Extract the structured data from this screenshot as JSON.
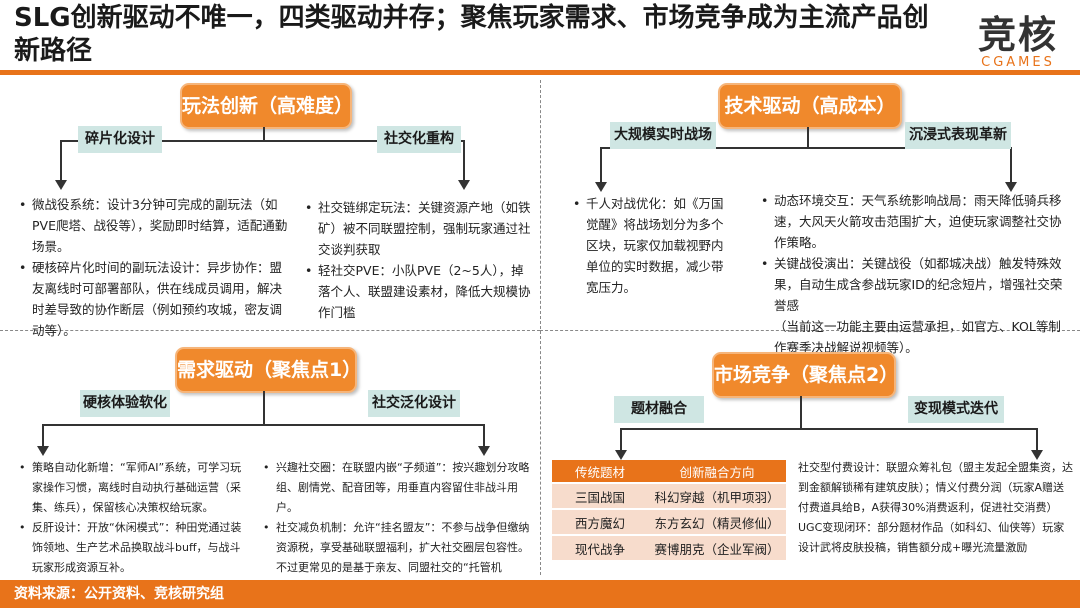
{
  "title": "SLG创新驱动不唯一，四类驱动并存；聚焦玩家需求、市场竞争成为主流产品创新路径",
  "logo": {
    "cn": "竞核",
    "en": "CGAMES"
  },
  "q1": {
    "header": "玩法创新（高难度）",
    "tag_left": "碎片化设计",
    "tag_right": "社交化重构",
    "left_items": [
      "微战役系统：设计3分钟可完成的副玩法（如PVE爬塔、战役等），奖励即时结算，适配通勤场景。",
      "硬核碎片化时间的副玩法设计：异步协作：盟友离线时可部署部队，供在线成员调用，解决时差导致的协作断层（例如预约攻城，密友调动等）。"
    ],
    "right_items": [
      "社交链绑定玩法：关键资源产地（如铁矿）被不同联盟控制，强制玩家通过社交谈判获取",
      "轻社交PVE：小队PVE（2~5人），掉落个人、联盟建设素材，降低大规模协作门槛"
    ]
  },
  "q2": {
    "header": "技术驱动（高成本）",
    "tag_left": "大规模实时战场",
    "tag_right": "沉浸式表现革新",
    "left_items": [
      "千人对战优化：如《万国觉醒》将战场划分为多个区块，玩家仅加载视野内单位的实时数据，减少带宽压力。"
    ],
    "right_items": [
      "动态环境交互：天气系统影响战局：雨天降低骑兵移速，大风天火箭攻击范围扩大，迫使玩家调整社交协作策略。",
      "关键战役演出：关键战役（如都城决战）触发特殊效果，自动生成含参战玩家ID的纪念短片，增强社交荣誉感"
    ],
    "right_note": "（当前这一功能主要由运营承担，如官方、KOL等制作赛季决战解说视频等）。"
  },
  "q3": {
    "header": "需求驱动（聚焦点1）",
    "tag_left": "硬核体验软化",
    "tag_right": "社交泛化设计",
    "left_items": [
      "策略自动化新增：“军师AI”系统，可学习玩家操作习惯，离线时自动执行基础运营（采集、练兵），保留核心决策权给玩家。",
      "反肝设计：开放“休闲模式”：种田党通过装饰领地、生产艺术品换取战斗buff，与战斗玩家形成资源互补。"
    ],
    "right_items": [
      "兴趣社交圈：在联盟内嵌“子频道”：按兴趣划分攻略组、剧情党、配音团等，用垂直内容留住非战斗用户。",
      "社交减负机制：允许“挂名盟友”：不参与战争但缴纳资源税，享受基础联盟福利，扩大社交圈层包容性。不过更常见的是基于亲友、同盟社交的“托管机制”（如：三谋的军团托管、亲友调动等等）。"
    ]
  },
  "q4": {
    "header": "市场竞争（聚焦点2）",
    "tag_left": "题材融合",
    "tag_right": "变现模式迭代",
    "table": {
      "headers": [
        "传统题材",
        "创新融合方向"
      ],
      "rows": [
        [
          "三国战国",
          "科幻穿越（机甲项羽）"
        ],
        [
          "西方魔幻",
          "东方玄幻（精灵修仙）"
        ],
        [
          "现代战争",
          "赛博朋克（企业军阀）"
        ]
      ]
    },
    "right_items": [
      "社交型付费设计：联盟众筹礼包（盟主发起全盟集资，达到金额解锁稀有建筑皮肤）；情义付费分润（玩家A赠送付费道具给B，A获得30%消费返利，促进社交消费）",
      "UGC变现闭环：部分题材作品（如科幻、仙侠等）玩家设计武将皮肤投稿，销售额分成+曝光流量激励"
    ]
  },
  "footer": "资料来源：公开资料、竞核研究组"
}
